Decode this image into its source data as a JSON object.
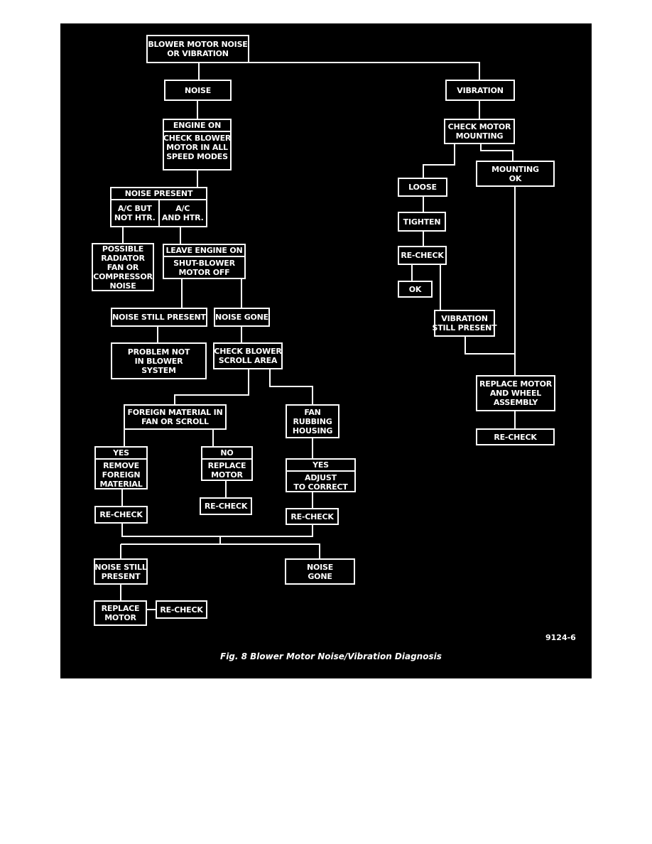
{
  "diagram": {
    "figure_id": "9124-6",
    "caption": "Fig. 8 Blower Motor Noise/Vibration Diagnosis",
    "colors": {
      "background": "#000000",
      "foreground": "#ffffff",
      "page": "#ffffff"
    },
    "nodes": {
      "start": [
        "BLOWER MOTOR NOISE",
        "OR VIBRATION"
      ],
      "noise": [
        "NOISE"
      ],
      "vibration": [
        "VIBRATION"
      ],
      "engine_on": {
        "header": "ENGINE ON",
        "body": [
          "CHECK BLOWER",
          "MOTOR IN ALL",
          "SPEED MODES"
        ]
      },
      "noise_present": {
        "header": "NOISE PRESENT",
        "left": [
          "A/C BUT",
          "NOT HTR."
        ],
        "right": [
          "A/C",
          "AND HTR."
        ]
      },
      "possible_radiator": [
        "POSSIBLE",
        "RADIATOR",
        "FAN OR",
        "COMPRESSOR",
        "NOISE"
      ],
      "leave_engine_on": {
        "header": "LEAVE ENGINE ON",
        "body": [
          "SHUT-BLOWER",
          "MOTOR OFF"
        ]
      },
      "noise_still_present_1": [
        "NOISE STILL PRESENT"
      ],
      "noise_gone_1": [
        "NOISE GONE"
      ],
      "problem_not": [
        "PROBLEM NOT",
        "IN BLOWER",
        "SYSTEM"
      ],
      "check_scroll": [
        "CHECK BLOWER",
        "SCROLL AREA"
      ],
      "foreign_material": [
        "FOREIGN MATERIAL IN",
        "FAN OR SCROLL"
      ],
      "fan_rubbing": [
        "FAN",
        "RUBBING",
        "HOUSING"
      ],
      "yes_remove": {
        "header": "YES",
        "body": [
          "REMOVE",
          "FOREIGN",
          "MATERIAL"
        ]
      },
      "no_replace": {
        "header": "NO",
        "body": [
          "REPLACE",
          "MOTOR"
        ]
      },
      "yes_adjust": {
        "header": "YES",
        "body": [
          "ADJUST",
          "TO CORRECT"
        ]
      },
      "recheck_1": [
        "RE-CHECK"
      ],
      "recheck_2": [
        "RE-CHECK"
      ],
      "recheck_3": [
        "RE-CHECK"
      ],
      "noise_still_present_2": [
        "NOISE STILL",
        "PRESENT"
      ],
      "noise_gone_2": [
        "NOISE",
        "GONE"
      ],
      "replace_motor": [
        "REPLACE",
        "MOTOR"
      ],
      "recheck_4": [
        "RE-CHECK"
      ],
      "check_mounting": [
        "CHECK MOTOR",
        "MOUNTING"
      ],
      "mounting_ok": [
        "MOUNTING",
        "OK"
      ],
      "loose": [
        "LOOSE"
      ],
      "tighten": [
        "TIGHTEN"
      ],
      "recheck_5": [
        "RE-CHECK"
      ],
      "ok": [
        "OK"
      ],
      "vibration_still": [
        "VIBRATION",
        "STILL PRESENT"
      ],
      "replace_motor_wheel": [
        "REPLACE MOTOR",
        "AND WHEEL",
        "ASSEMBLY"
      ],
      "recheck_6": [
        "RE-CHECK"
      ]
    }
  }
}
